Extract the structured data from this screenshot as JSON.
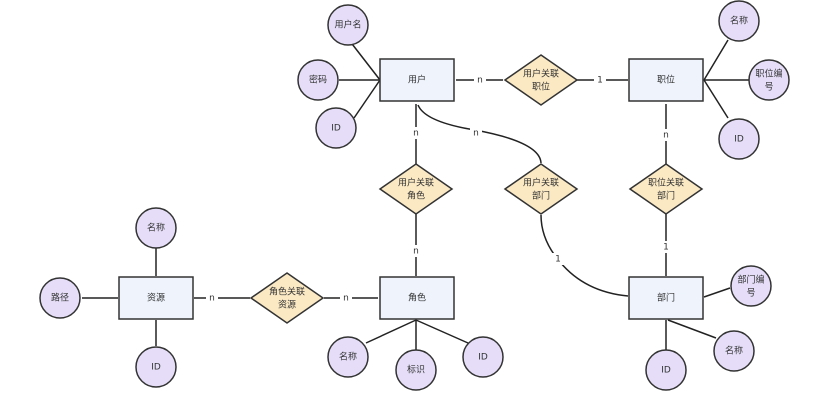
{
  "entities": {
    "user": "用户",
    "position": "职位",
    "role": "角色",
    "resource": "资源",
    "department": "部门"
  },
  "relationships": {
    "user_position": [
      "用户关联",
      "职位"
    ],
    "user_role": [
      "用户关联",
      "角色"
    ],
    "user_department": [
      "用户关联",
      "部门"
    ],
    "position_department": [
      "职位关联",
      "部门"
    ],
    "role_resource": [
      "角色关联",
      "资源"
    ]
  },
  "attributes": {
    "user": [
      "用户名",
      "密码",
      "ID"
    ],
    "position": [
      "名称",
      [
        "职位编",
        "号"
      ],
      "ID"
    ],
    "resource": [
      "名称",
      "路径",
      "ID"
    ],
    "role": [
      "名称",
      "标识",
      "ID"
    ],
    "department": [
      [
        "部门编",
        "号"
      ],
      "名称",
      "ID"
    ]
  },
  "cardinalities": {
    "user_to_user_position": "n",
    "user_position_to_position": "1",
    "user_to_user_role": "n",
    "user_role_to_role": "n",
    "user_to_user_department": "n",
    "user_department_to_department": "1",
    "position_to_position_department": "n",
    "position_department_to_department": "1",
    "resource_to_role_resource": "n",
    "role_resource_to_role": "n"
  }
}
